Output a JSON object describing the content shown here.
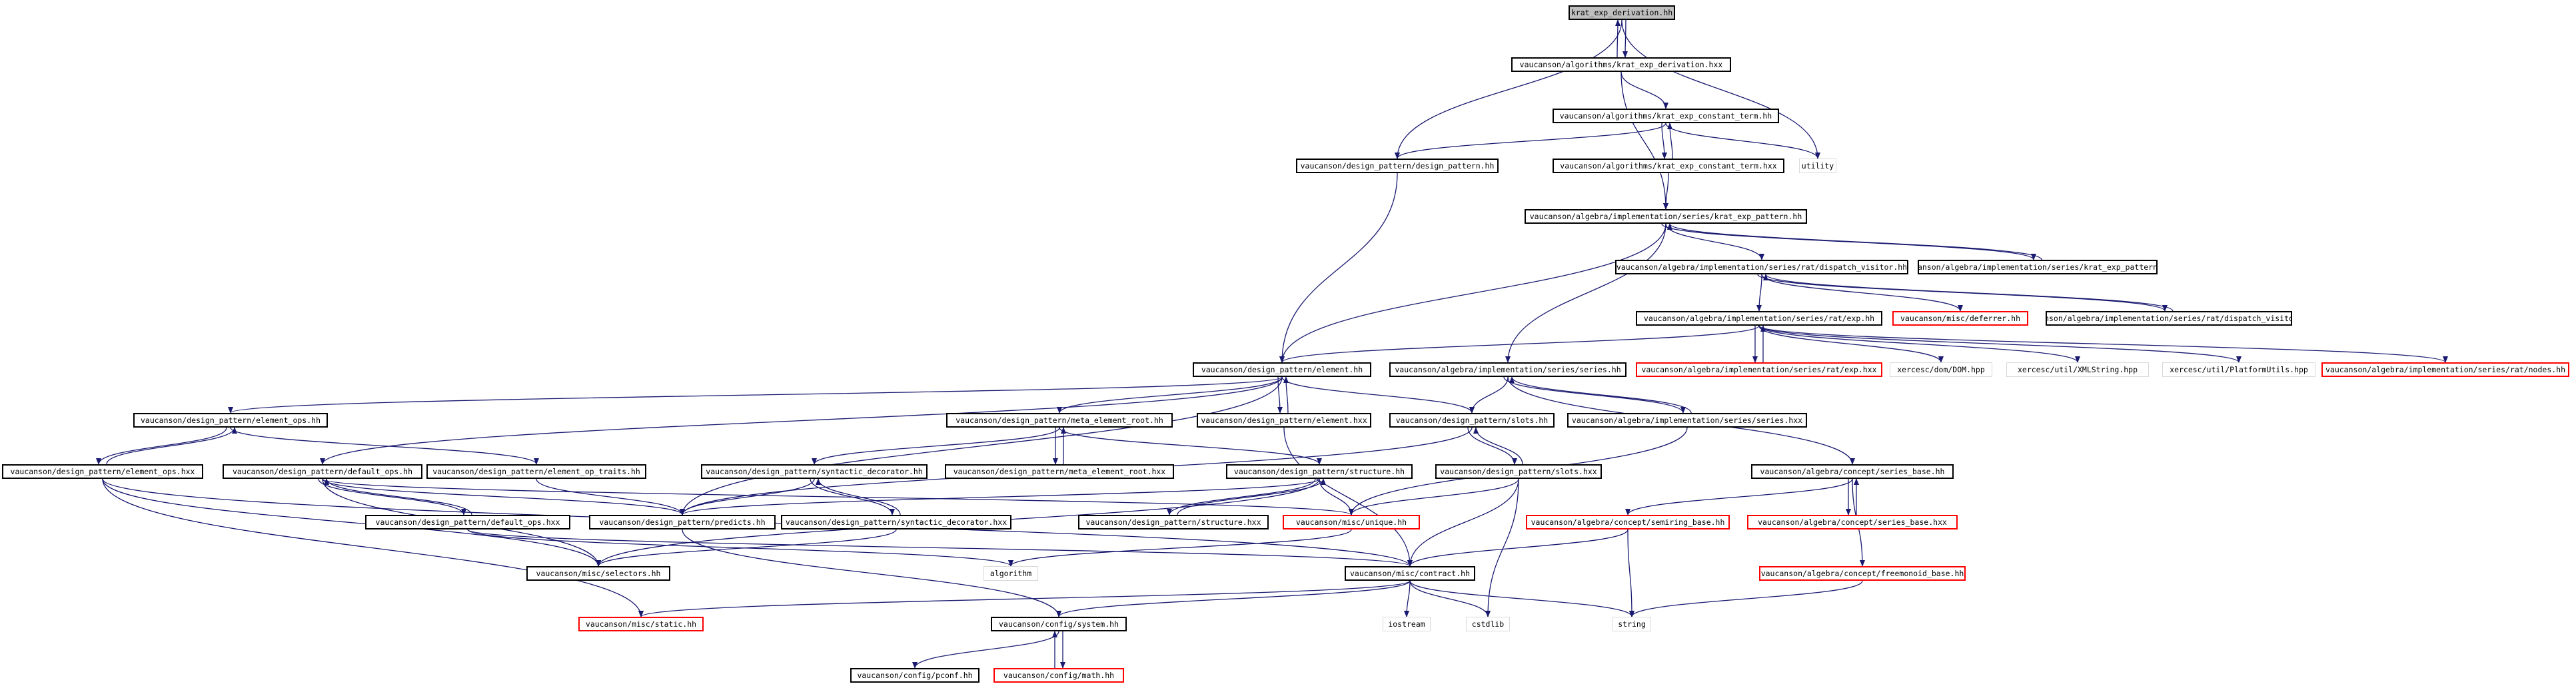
{
  "graph": {
    "edge_color": "#191970",
    "root_fill": "#bfbfbf",
    "truncated_border": "#ff0000",
    "external_border": "#d9d9d9",
    "nodes": [
      {
        "id": "root",
        "label": "krat_exp_derivation.hh",
        "style": "root"
      },
      {
        "id": "kedhxx",
        "label": "vaucanson/algorithms/krat_exp_derivation.hxx",
        "style": "normal"
      },
      {
        "id": "kecthh",
        "label": "vaucanson/algorithms/krat_exp_constant_term.hh",
        "style": "normal"
      },
      {
        "id": "kecthxx",
        "label": "vaucanson/algorithms/krat_exp_constant_term.hxx",
        "style": "normal"
      },
      {
        "id": "utility",
        "label": "utility",
        "style": "plain"
      },
      {
        "id": "dphh",
        "label": "vaucanson/design_pattern/design_pattern.hh",
        "style": "normal"
      },
      {
        "id": "kephh",
        "label": "vaucanson/algebra/implementation/series/krat_exp_pattern.hh",
        "style": "normal"
      },
      {
        "id": "rdvhh",
        "label": "vaucanson/algebra/implementation/series/rat/dispatch_visitor.hh",
        "style": "normal"
      },
      {
        "id": "kephxx",
        "label": "vaucanson/algebra/implementation/series/krat_exp_pattern.hxx",
        "style": "normal"
      },
      {
        "id": "deferrer",
        "label": "vaucanson/misc/deferrer.hh",
        "style": "red"
      },
      {
        "id": "rdvhxx",
        "label": "vaucanson/algebra/implementation/series/rat/dispatch_visitor.hxx",
        "style": "normal"
      },
      {
        "id": "rexphh",
        "label": "vaucanson/algebra/implementation/series/rat/exp.hh",
        "style": "normal"
      },
      {
        "id": "elementhh",
        "label": "vaucanson/design_pattern/element.hh",
        "style": "normal"
      },
      {
        "id": "serieshh",
        "label": "vaucanson/algebra/implementation/series/series.hh",
        "style": "normal"
      },
      {
        "id": "rexphxx",
        "label": "vaucanson/algebra/implementation/series/rat/exp.hxx",
        "style": "red"
      },
      {
        "id": "domhpp",
        "label": "xercesc/dom/DOM.hpp",
        "style": "plain"
      },
      {
        "id": "xmlstring",
        "label": "xercesc/util/XMLString.hpp",
        "style": "plain"
      },
      {
        "id": "platutils",
        "label": "xercesc/util/PlatformUtils.hpp",
        "style": "plain"
      },
      {
        "id": "rnodes",
        "label": "vaucanson/algebra/implementation/series/rat/nodes.hh",
        "style": "red"
      },
      {
        "id": "eopshh",
        "label": "vaucanson/design_pattern/element_ops.hh",
        "style": "normal"
      },
      {
        "id": "merhh",
        "label": "vaucanson/design_pattern/meta_element_root.hh",
        "style": "normal"
      },
      {
        "id": "elementhxx",
        "label": "vaucanson/design_pattern/element.hxx",
        "style": "normal"
      },
      {
        "id": "slotshh",
        "label": "vaucanson/design_pattern/slots.hh",
        "style": "normal"
      },
      {
        "id": "serieshxx",
        "label": "vaucanson/algebra/implementation/series/series.hxx",
        "style": "normal"
      },
      {
        "id": "merhxx",
        "label": "vaucanson/design_pattern/meta_element_root.hxx",
        "style": "normal"
      },
      {
        "id": "eopshxx",
        "label": "vaucanson/design_pattern/element_ops.hxx",
        "style": "normal"
      },
      {
        "id": "dopshh",
        "label": "vaucanson/design_pattern/default_ops.hh",
        "style": "normal"
      },
      {
        "id": "eoptraits",
        "label": "vaucanson/design_pattern/element_op_traits.hh",
        "style": "normal"
      },
      {
        "id": "sdechh",
        "label": "vaucanson/design_pattern/syntactic_decorator.hh",
        "style": "normal"
      },
      {
        "id": "structhh",
        "label": "vaucanson/design_pattern/structure.hh",
        "style": "normal"
      },
      {
        "id": "slotshxx",
        "label": "vaucanson/design_pattern/slots.hxx",
        "style": "normal"
      },
      {
        "id": "sbasehh",
        "label": "vaucanson/algebra/concept/series_base.hh",
        "style": "normal"
      },
      {
        "id": "dopshxx",
        "label": "vaucanson/design_pattern/default_ops.hxx",
        "style": "normal"
      },
      {
        "id": "predicts",
        "label": "vaucanson/design_pattern/predicts.hh",
        "style": "normal"
      },
      {
        "id": "sdechxx",
        "label": "vaucanson/design_pattern/syntactic_decorator.hxx",
        "style": "normal"
      },
      {
        "id": "structhxx",
        "label": "vaucanson/design_pattern/structure.hxx",
        "style": "normal"
      },
      {
        "id": "unique",
        "label": "vaucanson/misc/unique.hh",
        "style": "red"
      },
      {
        "id": "semiring",
        "label": "vaucanson/algebra/concept/semiring_base.hh",
        "style": "red"
      },
      {
        "id": "sbasehxx",
        "label": "vaucanson/algebra/concept/series_base.hxx",
        "style": "red"
      },
      {
        "id": "selectors",
        "label": "vaucanson/misc/selectors.hh",
        "style": "normal"
      },
      {
        "id": "algorithm",
        "label": "algorithm",
        "style": "plain"
      },
      {
        "id": "contract",
        "label": "vaucanson/misc/contract.hh",
        "style": "normal"
      },
      {
        "id": "freemonoid",
        "label": "vaucanson/algebra/concept/freemonoid_base.hh",
        "style": "red"
      },
      {
        "id": "static",
        "label": "vaucanson/misc/static.hh",
        "style": "red"
      },
      {
        "id": "system",
        "label": "vaucanson/config/system.hh",
        "style": "normal"
      },
      {
        "id": "iostream",
        "label": "iostream",
        "style": "plain"
      },
      {
        "id": "cstdlib",
        "label": "cstdlib",
        "style": "plain"
      },
      {
        "id": "string",
        "label": "string",
        "style": "plain"
      },
      {
        "id": "pconf",
        "label": "vaucanson/config/pconf.hh",
        "style": "normal"
      },
      {
        "id": "math",
        "label": "vaucanson/config/math.hh",
        "style": "red"
      }
    ],
    "edges": [
      [
        "root",
        "kedhxx"
      ],
      [
        "kedhxx",
        "root"
      ],
      [
        "root",
        "dphh"
      ],
      [
        "root",
        "utility"
      ],
      [
        "kedhxx",
        "kecthh"
      ],
      [
        "kedhxx",
        "kephh"
      ],
      [
        "kecthh",
        "kecthxx"
      ],
      [
        "kecthxx",
        "kecthh"
      ],
      [
        "kecthh",
        "dphh"
      ],
      [
        "kecthh",
        "utility"
      ],
      [
        "kecthxx",
        "kephh"
      ],
      [
        "dphh",
        "elementhh"
      ],
      [
        "kephh",
        "rdvhh"
      ],
      [
        "kephh",
        "kephxx"
      ],
      [
        "kephxx",
        "kephh"
      ],
      [
        "kephh",
        "elementhh"
      ],
      [
        "kephh",
        "serieshh"
      ],
      [
        "rdvhh",
        "rdvhxx"
      ],
      [
        "rdvhxx",
        "rdvhh"
      ],
      [
        "rdvhh",
        "deferrer"
      ],
      [
        "rdvhh",
        "rexphh"
      ],
      [
        "rexphh",
        "rexphxx"
      ],
      [
        "rexphxx",
        "rexphh"
      ],
      [
        "rexphh",
        "elementhh"
      ],
      [
        "rexphh",
        "domhpp"
      ],
      [
        "rexphh",
        "xmlstring"
      ],
      [
        "rexphh",
        "platutils"
      ],
      [
        "rexphh",
        "rnodes"
      ],
      [
        "elementhh",
        "eopshh"
      ],
      [
        "elementhh",
        "merhh"
      ],
      [
        "elementhh",
        "elementhxx"
      ],
      [
        "elementhxx",
        "elementhh"
      ],
      [
        "elementhh",
        "slotshh"
      ],
      [
        "elementhh",
        "dopshh"
      ],
      [
        "elementhh",
        "predicts"
      ],
      [
        "elementhxx",
        "contract"
      ],
      [
        "serieshh",
        "slotshh"
      ],
      [
        "serieshh",
        "serieshxx"
      ],
      [
        "serieshxx",
        "serieshh"
      ],
      [
        "serieshh",
        "sbasehh"
      ],
      [
        "serieshxx",
        "unique"
      ],
      [
        "eopshh",
        "eopshxx"
      ],
      [
        "eopshxx",
        "eopshh"
      ],
      [
        "eopshh",
        "eoptraits"
      ],
      [
        "eopshxx",
        "static"
      ],
      [
        "eopshxx",
        "selectors"
      ],
      [
        "eopshxx",
        "contract"
      ],
      [
        "merhh",
        "merhxx"
      ],
      [
        "merhxx",
        "merhh"
      ],
      [
        "merhh",
        "sdechh"
      ],
      [
        "merhh",
        "structhh"
      ],
      [
        "slotshh",
        "slotshxx"
      ],
      [
        "slotshxx",
        "slotshh"
      ],
      [
        "slotshh",
        "predicts"
      ],
      [
        "slotshxx",
        "contract"
      ],
      [
        "slotshxx",
        "cstdlib"
      ],
      [
        "slotshxx",
        "unique"
      ],
      [
        "dopshh",
        "dopshxx"
      ],
      [
        "dopshxx",
        "dopshh"
      ],
      [
        "dopshh",
        "predicts"
      ],
      [
        "dopshh",
        "selectors"
      ],
      [
        "dopshh",
        "unique"
      ],
      [
        "dopshxx",
        "algorithm"
      ],
      [
        "dopshxx",
        "contract"
      ],
      [
        "eoptraits",
        "predicts"
      ],
      [
        "sdechh",
        "sdechxx"
      ],
      [
        "sdechxx",
        "sdechh"
      ],
      [
        "sdechh",
        "predicts"
      ],
      [
        "sdechxx",
        "selectors"
      ],
      [
        "structhh",
        "structhxx"
      ],
      [
        "structhxx",
        "structhh"
      ],
      [
        "structhh",
        "predicts"
      ],
      [
        "structhh",
        "selectors"
      ],
      [
        "structhh",
        "unique"
      ],
      [
        "predicts",
        "system"
      ],
      [
        "unique",
        "algorithm"
      ],
      [
        "sbasehh",
        "semiring"
      ],
      [
        "sbasehh",
        "sbasehxx"
      ],
      [
        "sbasehxx",
        "sbasehh"
      ],
      [
        "sbasehh",
        "freemonoid"
      ],
      [
        "semiring",
        "contract"
      ],
      [
        "semiring",
        "string"
      ],
      [
        "freemonoid",
        "string"
      ],
      [
        "contract",
        "static"
      ],
      [
        "contract",
        "system"
      ],
      [
        "contract",
        "iostream"
      ],
      [
        "contract",
        "cstdlib"
      ],
      [
        "contract",
        "string"
      ],
      [
        "system",
        "pconf"
      ],
      [
        "system",
        "math"
      ],
      [
        "math",
        "system"
      ]
    ]
  }
}
